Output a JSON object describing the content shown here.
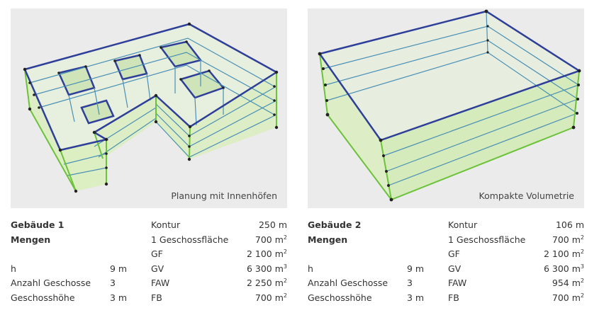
{
  "buildings": [
    {
      "caption": "Planung mit Innenhöfen",
      "title": "Gebäude 1",
      "subtitle": "Mengen",
      "params": [
        {
          "label": "h",
          "value": "9 m"
        },
        {
          "label": "Anzahl Geschosse",
          "value": "3"
        },
        {
          "label": "Geschosshöhe",
          "value": "3 m"
        }
      ],
      "quantities": [
        {
          "label": "Kontur",
          "value": "250 m",
          "exp": ""
        },
        {
          "label": "1 Geschossfläche",
          "value": "700 m",
          "exp": "2"
        },
        {
          "label": "GF",
          "value": "2 100 m",
          "exp": "2"
        },
        {
          "label": "GV",
          "value": "6 300 m",
          "exp": "3"
        },
        {
          "label": "FAW",
          "value": "2 250 m",
          "exp": "2"
        },
        {
          "label": "FB",
          "value": "700 m",
          "exp": "2"
        }
      ]
    },
    {
      "caption": "Kompakte Volumetrie",
      "title": "Gebäude 2",
      "subtitle": "Mengen",
      "params": [
        {
          "label": "h",
          "value": "9 m"
        },
        {
          "label": "Anzahl Geschosse",
          "value": "3"
        },
        {
          "label": "Geschosshöhe",
          "value": "3 m"
        }
      ],
      "quantities": [
        {
          "label": "Kontur",
          "value": "106 m",
          "exp": ""
        },
        {
          "label": "1 Geschossfläche",
          "value": "700 m",
          "exp": "2"
        },
        {
          "label": "GF",
          "value": "2 100 m",
          "exp": "2"
        },
        {
          "label": "GV",
          "value": "6 300 m",
          "exp": "3"
        },
        {
          "label": "FAW",
          "value": "954 m",
          "exp": "2"
        },
        {
          "label": "FB",
          "value": "700 m",
          "exp": "2"
        }
      ]
    }
  ],
  "colors": {
    "panel_bg": "#ebebeb",
    "roof_outline": "#2e3f9a",
    "floor_lines": "#4a8fb5",
    "vertical_edges": "#6cc23a",
    "wall_fill": "#dbeec2",
    "face_fill": "#e6f0dc",
    "node": "#222222"
  }
}
